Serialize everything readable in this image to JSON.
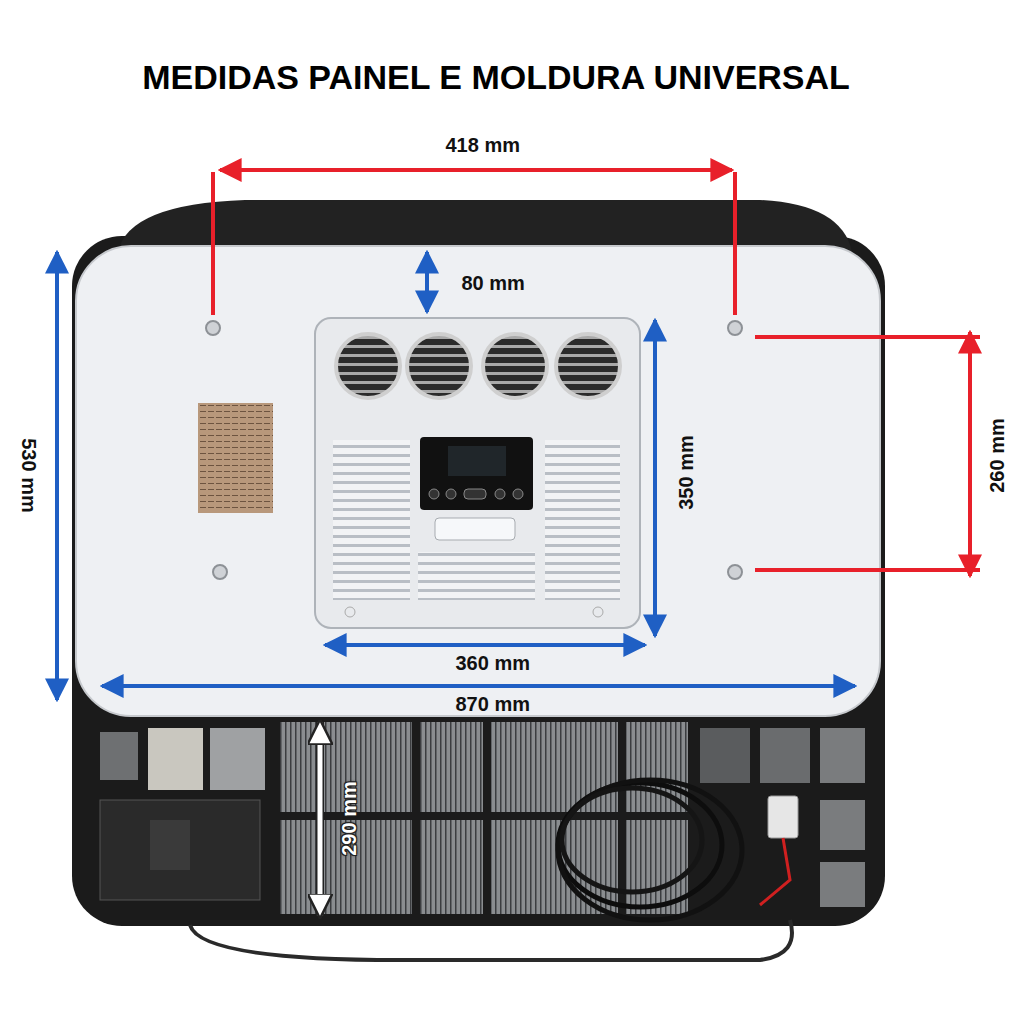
{
  "diagram": {
    "title": "MEDIDAS PAINEL E MOLDURA UNIVERSAL",
    "labels": [
      "418 mm",
      "80 mm",
      "530 mm",
      "350 mm",
      "260 mm",
      "360 mm",
      "870 mm",
      "290 mm"
    ]
  }
}
